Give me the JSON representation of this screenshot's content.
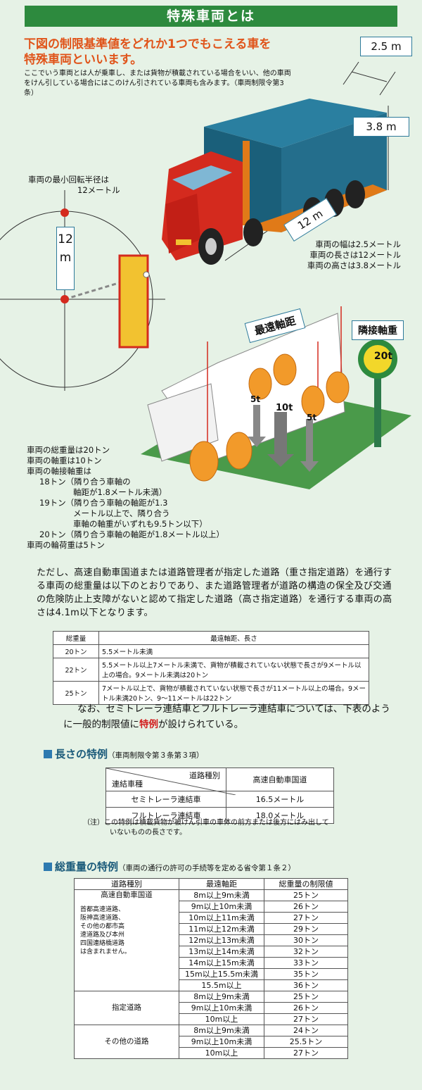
{
  "title": "特殊車両とは",
  "headline": [
    "下図の制限基準値をどれか1つでもこえる車を",
    "特殊車両といいます。"
  ],
  "intro": "ここでいう車両とは人が乗車し、または貨物が積載されている場合をいい、他の車両をけん引している場合にはこのけん引されている車両も含みます。（車両制限令第3条）",
  "dims": {
    "width_box": "2.5 m",
    "height_box": "3.8 m",
    "length_box": "12 m",
    "turn_radius_box": "12 m"
  },
  "turning_note": [
    "車両の最小回転半径は",
    "12メートル"
  ],
  "size_notes": [
    "車両の幅は2.5メートル",
    "車両の長さは12メートル",
    "車両の高さは3.8メートル"
  ],
  "weight_labels": {
    "max_axle_distance": "最遠軸距",
    "adjacent_axle": "隣接軸重",
    "sign": "20t",
    "w1": "5t",
    "w2": "10t",
    "w3": "5t"
  },
  "weight_notes": [
    "車両の総重量は20トン",
    "車両の軸重は10トン",
    "車両の軸接軸重は",
    "18トン（隣り合う車軸の",
    "軸距が1.8メートル未満）",
    "19トン（隣り合う車軸の軸距が1.3",
    "メートル以上で、隣り合う",
    "車軸の軸重がいずれも9.5トン以下）",
    "20トン（隣り合う車軸の軸距が1.8メートル以上）",
    "車両の輪荷重は5トン"
  ],
  "paragraph": "ただし、高速自動車国道または道路管理者が指定した道路（重さ指定道路）を通行する車両の総重量は以下のとおりであり、また道路管理者が道路の構造の保全及び交通の危険防止上支障がないと認めて指定した道路（高さ指定道路）を通行する車両の高さは4.1m以下となります。",
  "table1": {
    "headers": [
      "総重量",
      "最遠軸距、長さ"
    ],
    "rows": [
      [
        "20トン",
        "5.5メートル未満"
      ],
      [
        "22トン",
        "5.5メートル以上7メートル未満で、貨物が積載されていない状態で長さが9メートル以上の場合。9メートル未満は20トン"
      ],
      [
        "25トン",
        "7メートル以上で、貨物が積載されていない状態で長さが11メートル以上の場合。9メートル未満20トン、9〜11メートルは22トン"
      ]
    ]
  },
  "paragraph2": {
    "before": "なお、セミトレーラ連結車とフルトレーラ連結車については、下表のように一般的制限値に",
    "highlight": "特例",
    "after": "が設けられている。"
  },
  "length_section": {
    "title": "長さの特例",
    "sub": "（車両制限令第３条第３項）"
  },
  "table2": {
    "header_road": "道路種別",
    "header_vehicle": "連結車種",
    "header_col": "高速自動車国道",
    "rows": [
      [
        "セミトレーラ連結車",
        "16.5メートル"
      ],
      [
        "フルトレーラ連結車",
        "18.0メートル"
      ]
    ]
  },
  "table2_note": [
    "（注）この特例は積載貨物が被けん引車の車体の前方または後方にはみ出して",
    "いないものの長さです。"
  ],
  "weight_section": {
    "title": "総重量の特例",
    "sub": "（車両の通行の許可の手続等を定める省令第１条２）"
  },
  "table3": {
    "headers": [
      "道路種別",
      "最遠軸距",
      "総重量の制限値"
    ],
    "groups": [
      {
        "name": "高速自動車国道",
        "note": [
          "首都高速道路、",
          "阪神高速道路、",
          "その他の都市高",
          "速道路及び本州",
          "四国連絡橋道路",
          "は含まれません。"
        ],
        "rows": [
          [
            "8m以上9m未満",
            "25トン"
          ],
          [
            "9m以上10m未満",
            "26トン"
          ],
          [
            "10m以上11m未満",
            "27トン"
          ],
          [
            "11m以上12m未満",
            "29トン"
          ],
          [
            "12m以上13m未満",
            "30トン"
          ],
          [
            "13m以上14m未満",
            "32トン"
          ],
          [
            "14m以上15m未満",
            "33トン"
          ],
          [
            "15m以上15.5m未満",
            "35トン"
          ],
          [
            "15.5m以上",
            "36トン"
          ]
        ]
      },
      {
        "name": "指定道路",
        "note": [],
        "rows": [
          [
            "8m以上9m未満",
            "25トン"
          ],
          [
            "9m以上10m未満",
            "26トン"
          ],
          [
            "10m以上",
            "27トン"
          ]
        ]
      },
      {
        "name": "その他の道路",
        "note": [],
        "rows": [
          [
            "8m以上9m未満",
            "24トン"
          ],
          [
            "9m以上10m未満",
            "25.5トン"
          ],
          [
            "10m以上",
            "27トン"
          ]
        ]
      }
    ]
  },
  "colors": {
    "banner": "#2d8a3e",
    "headline": "#e0541a",
    "background": "#e6f2e6",
    "truck_cab": "#d42a1e",
    "truck_box": "#1a5f7a"
  }
}
